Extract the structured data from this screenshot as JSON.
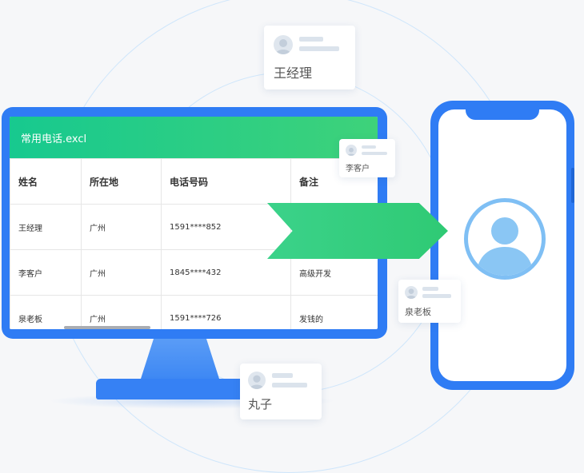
{
  "spreadsheet": {
    "filename": "常用电话.excl",
    "headers": [
      "姓名",
      "所在地",
      "电话号码",
      "备注"
    ],
    "rows": [
      [
        "王经理",
        "广州",
        "1591****852",
        ""
      ],
      [
        "李客户",
        "广州",
        "1845****432",
        "高级开发"
      ],
      [
        "泉老板",
        "广州",
        "1591****726",
        "发钱的"
      ]
    ]
  },
  "contact_cards": {
    "top": "王经理",
    "right_upper": "李客户",
    "right_lower": "泉老板",
    "bottom": "丸子"
  },
  "colors": {
    "blue": "#2f7cf4",
    "green": "#17c98f",
    "ring": "#cfe6fb"
  }
}
